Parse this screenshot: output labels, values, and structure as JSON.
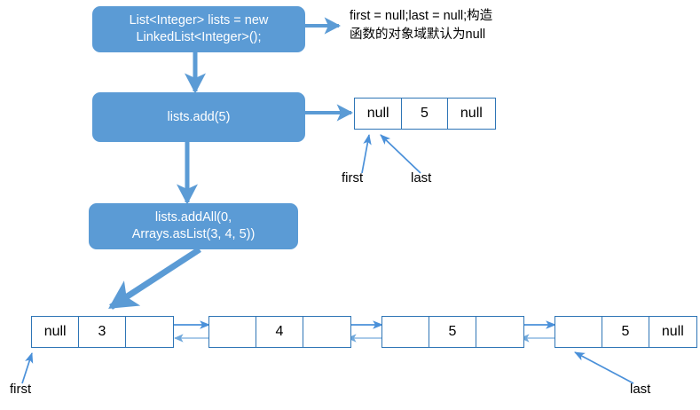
{
  "diagram": {
    "title": "LinkedList add and addAll illustration",
    "colors": {
      "box_fill": "#5B9BD5",
      "box_text": "#FFFFFF",
      "node_border": "#2E75B6",
      "arrow": "#4A90D9",
      "arrow_light": "#9DC3E6",
      "background": "#FFFFFF"
    },
    "steps": [
      {
        "id": "step-1",
        "label": "List<Integer> lists = new\nLinkedList<Integer>();"
      },
      {
        "id": "step-2",
        "label": "lists.add(5)"
      },
      {
        "id": "step-3",
        "label": "lists.addAll(0,\nArrays.asList(3, 4, 5))"
      }
    ],
    "notes": [
      {
        "id": "note-constructor",
        "text": "first = null;last = null;构造\n函数的对象域默认为null"
      }
    ],
    "list_after_add": {
      "nodes": [
        {
          "prev": "null",
          "value": "5",
          "next": "null"
        }
      ],
      "pointer_labels": [
        {
          "name": "first",
          "text": "first"
        },
        {
          "name": "last",
          "text": "last"
        }
      ]
    },
    "list_after_addall": {
      "nodes": [
        {
          "prev": "null",
          "value": "3",
          "next": ""
        },
        {
          "prev": "",
          "value": "4",
          "next": ""
        },
        {
          "prev": "",
          "value": "5",
          "next": ""
        },
        {
          "prev": "",
          "value": "5",
          "next": "null"
        }
      ],
      "pointer_labels": [
        {
          "name": "first",
          "text": "first"
        },
        {
          "name": "last",
          "text": "last"
        }
      ]
    }
  }
}
